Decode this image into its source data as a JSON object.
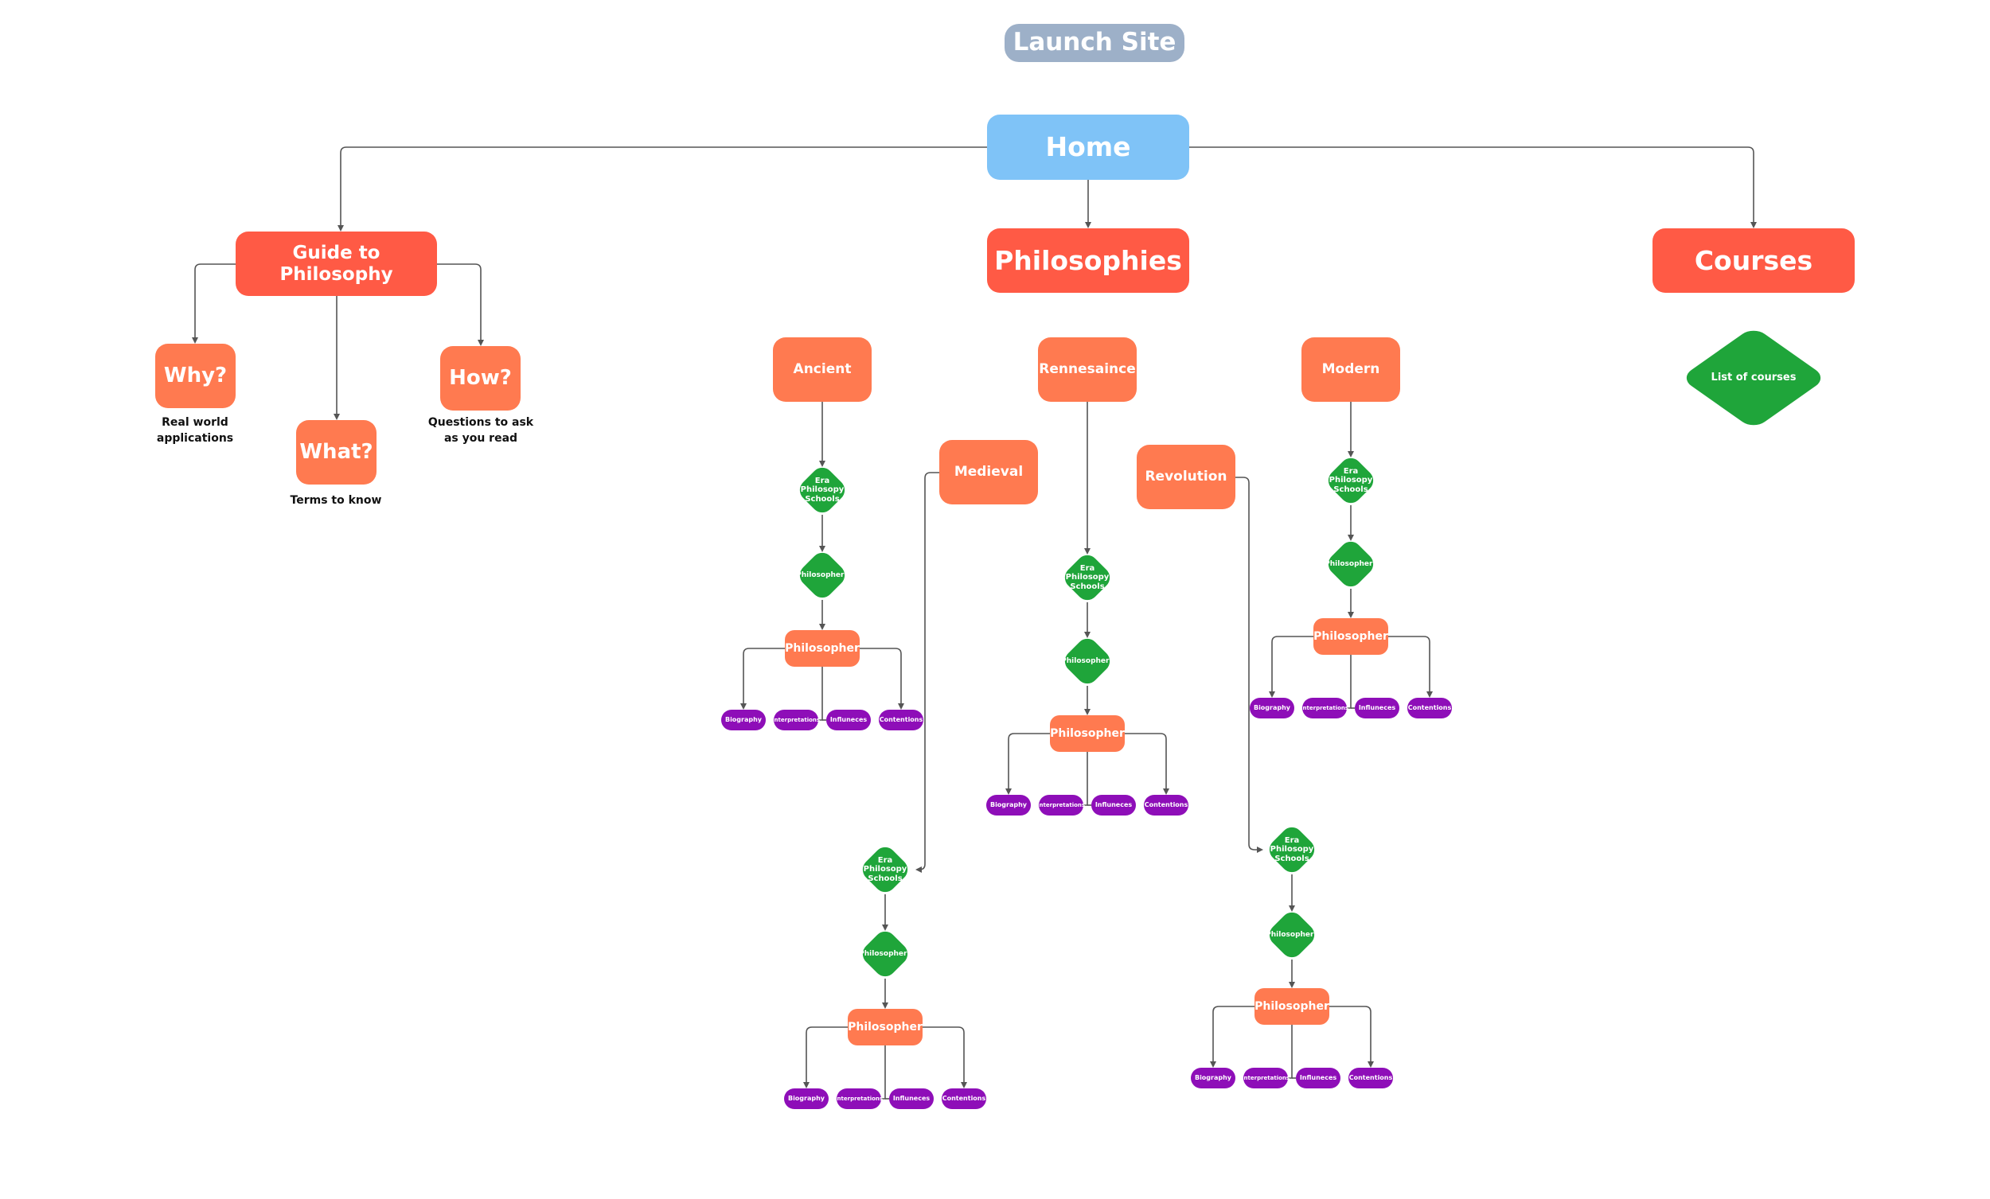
{
  "colors": {
    "launch": "#9DB0C8",
    "home": "#7FC3F7",
    "primary": "#FF5A45",
    "secondary": "#FF7A50",
    "decision": "#1FA53A",
    "leaf": "#8E0EB8",
    "connector": "#555555"
  },
  "launch": {
    "label": "Launch Site"
  },
  "home": {
    "label": "Home"
  },
  "guide": {
    "label": "Guide to Philosophy",
    "why": {
      "label": "Why?",
      "caption": "Real world\napplications"
    },
    "what": {
      "label": "What?",
      "caption": "Terms to know"
    },
    "how": {
      "label": "How?",
      "caption": "Questions to ask\nas you read"
    }
  },
  "philosophies": {
    "label": "Philosophies"
  },
  "courses": {
    "label": "Courses",
    "list": "List of courses"
  },
  "eras": [
    {
      "label": "Ancient"
    },
    {
      "label": "Medieval"
    },
    {
      "label": "Rennesaince"
    },
    {
      "label": "Revolution"
    },
    {
      "label": "Modern"
    }
  ],
  "flow": {
    "schools": "Era\nPhilosopy\nSchools",
    "philosophers": "Philosophers",
    "philosopher": "Philosopher",
    "leaves": [
      "Biography",
      "Interpretations",
      "Influneces",
      "Contentions"
    ]
  }
}
